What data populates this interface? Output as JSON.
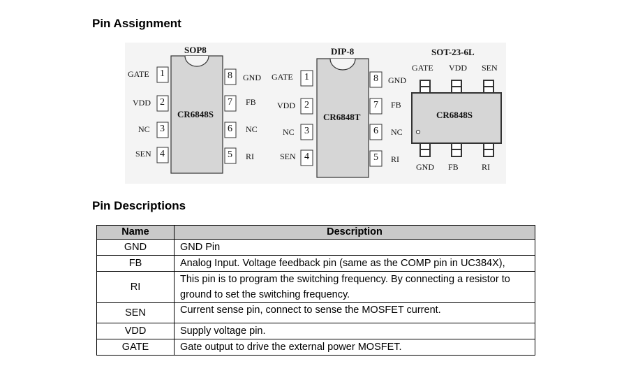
{
  "sections": {
    "assignment_title": "Pin Assignment",
    "descriptions_title": "Pin Descriptions"
  },
  "packages": {
    "sop8": {
      "title": "SOP8",
      "chip": "CR6848S",
      "left_pins": [
        {
          "num": "1",
          "label": "GATE"
        },
        {
          "num": "2",
          "label": "VDD"
        },
        {
          "num": "3",
          "label": "NC"
        },
        {
          "num": "4",
          "label": "SEN"
        }
      ],
      "right_pins": [
        {
          "num": "8",
          "label": "GND"
        },
        {
          "num": "7",
          "label": "FB"
        },
        {
          "num": "6",
          "label": "NC"
        },
        {
          "num": "5",
          "label": "RI"
        }
      ]
    },
    "dip8": {
      "title": "DIP-8",
      "chip": "CR6848T",
      "left_pins": [
        {
          "num": "1",
          "label": "GATE"
        },
        {
          "num": "2",
          "label": "VDD"
        },
        {
          "num": "3",
          "label": "NC"
        },
        {
          "num": "4",
          "label": "SEN"
        }
      ],
      "right_pins": [
        {
          "num": "8",
          "label": "GND"
        },
        {
          "num": "7",
          "label": "FB"
        },
        {
          "num": "6",
          "label": "NC"
        },
        {
          "num": "5",
          "label": "RI"
        }
      ]
    },
    "sot23": {
      "title": "SOT-23-6L",
      "chip": "CR6848S",
      "top_labels": [
        "GATE",
        "VDD",
        "SEN"
      ],
      "bottom_labels": [
        "GND",
        "FB",
        "RI"
      ]
    }
  },
  "table": {
    "headers": [
      "Name",
      "Description"
    ],
    "rows": [
      {
        "name": "GND",
        "desc": "GND Pin"
      },
      {
        "name": "FB",
        "desc": "Analog Input. Voltage feedback pin (same as the COMP pin in UC384X),"
      },
      {
        "name": "RI",
        "desc": "This pin is to program the switching frequency. By connecting a resistor to ground to set the switching frequency."
      },
      {
        "name": "SEN",
        "desc": "Current sense pin, connect to sense the MOSFET current."
      },
      {
        "name": "VDD",
        "desc": "Supply voltage pin."
      },
      {
        "name": "GATE",
        "desc": "Gate output to drive the external power MOSFET."
      }
    ]
  },
  "colors": {
    "chip_body": "#d6d6d6",
    "panel_bg": "#f4f4f4",
    "table_header_bg": "#c9c9c9"
  }
}
